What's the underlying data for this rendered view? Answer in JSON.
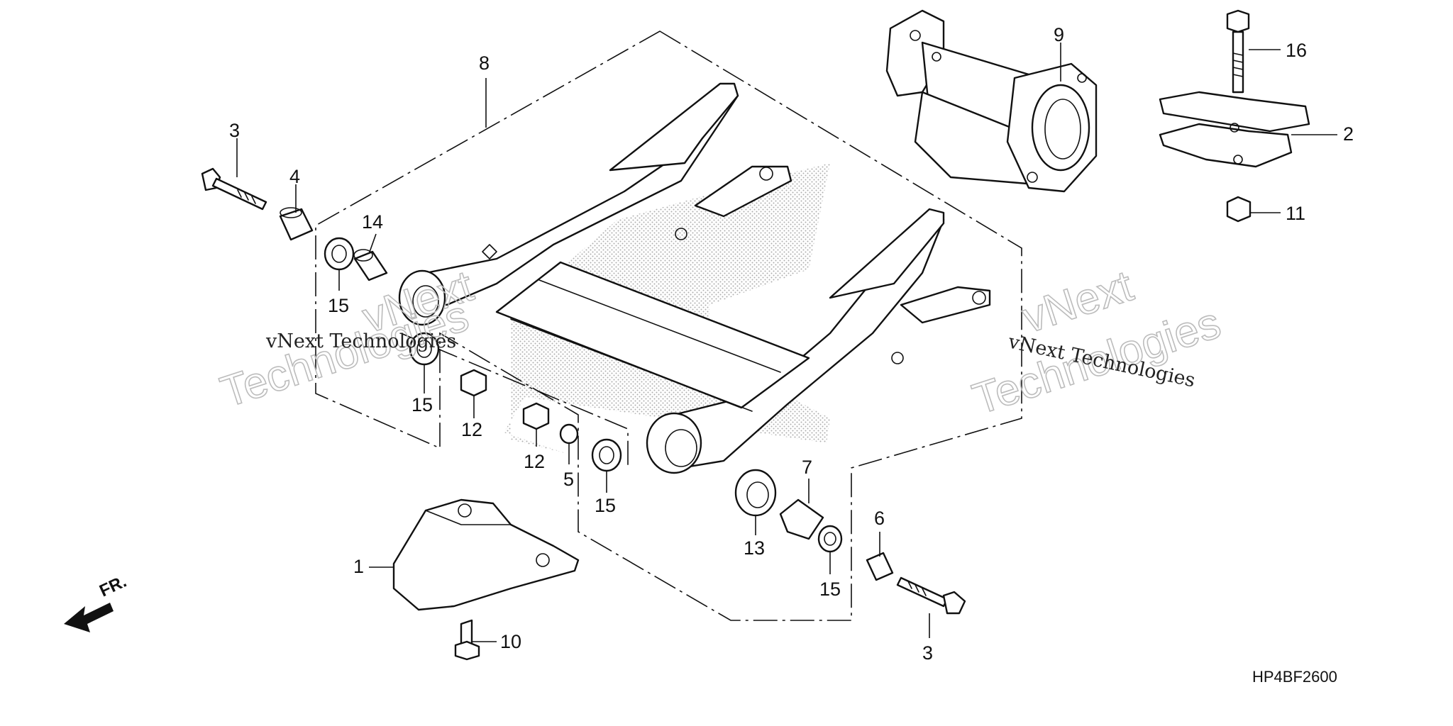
{
  "diagram_code": "HP4BF2600",
  "front_indicator": "FR.",
  "watermark": {
    "line_small": "vNext Technologies",
    "line_big_1": "vNext",
    "line_big_2": "Technologies"
  },
  "callouts": {
    "c1": "1",
    "c2": "2",
    "c3a": "3",
    "c3b": "3",
    "c4": "4",
    "c5": "5",
    "c6": "6",
    "c7": "7",
    "c8": "8",
    "c9": "9",
    "c10": "10",
    "c11": "11",
    "c12a": "12",
    "c12b": "12",
    "c13": "13",
    "c14": "14",
    "c15a": "15",
    "c15b": "15",
    "c15c": "15",
    "c15d": "15",
    "c16": "16"
  }
}
